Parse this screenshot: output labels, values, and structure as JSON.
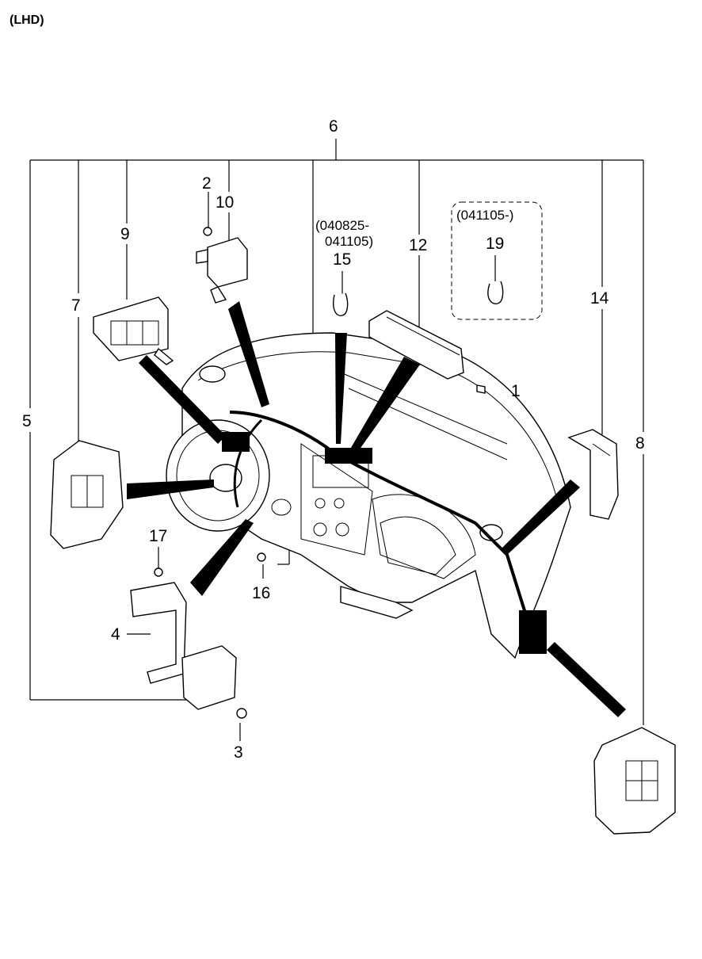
{
  "header": {
    "variant": "(LHD)"
  },
  "callouts": {
    "c1": "1",
    "c2": "2",
    "c3": "3",
    "c4": "4",
    "c5": "5",
    "c6": "6",
    "c7": "7",
    "c8": "8",
    "c9": "9",
    "c10": "10",
    "c12": "12",
    "c14": "14",
    "c15": "15",
    "c16": "16",
    "c17": "17",
    "c19": "19"
  },
  "date_notes": {
    "range_15_line1": "(040825-",
    "range_15_line2": "041105)",
    "range_19": "(041105-)"
  }
}
